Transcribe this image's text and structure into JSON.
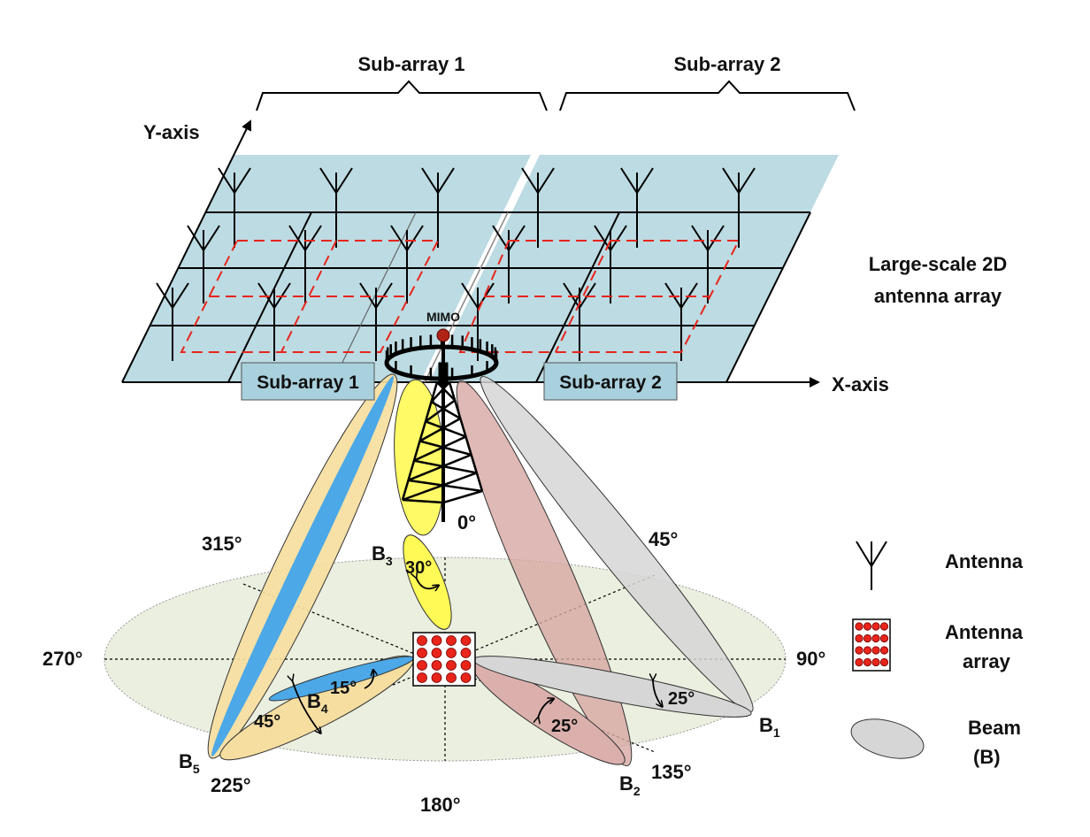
{
  "top_labels": {
    "sub_array_1": "Sub-array 1",
    "sub_array_2": "Sub-array 2"
  },
  "axes": {
    "y_axis": "Y-axis",
    "x_axis": "X-axis"
  },
  "array_title": {
    "line1": "Large-scale 2D",
    "line2": "antenna array"
  },
  "boxes": {
    "sub_array_1": "Sub-array 1",
    "sub_array_2": "Sub-array 2"
  },
  "tower": {
    "label": "MIMO"
  },
  "angles": {
    "a0": "0°",
    "a45": "45°",
    "a90": "90°",
    "a135": "135°",
    "a180": "180°",
    "a225": "225°",
    "a270": "270°",
    "a315": "315°"
  },
  "beam_labels": {
    "b1": {
      "letter": "B",
      "sub": "1"
    },
    "b2": {
      "letter": "B",
      "sub": "2"
    },
    "b3": {
      "letter": "B",
      "sub": "3"
    },
    "b4": {
      "letter": "B",
      "sub": "4"
    },
    "b5": {
      "letter": "B",
      "sub": "5"
    }
  },
  "beam_widths": {
    "b1": "25°",
    "b2": "25°",
    "b3": "30°",
    "b4_inner": "15°",
    "b4_outer": "45°"
  },
  "legend": {
    "antenna": "Antenna",
    "array_line1": "Antenna",
    "array_line2": "array",
    "beam_line1": "Beam",
    "beam_line2": "(B)"
  },
  "colors": {
    "plane": "#bcdbe3",
    "floor": "#eaefdf",
    "yellow": "#fffa66",
    "tan": "#f6dea0",
    "blue": "#4ca8e6",
    "pink": "#dbb0ac",
    "gray": "#d6d6d6",
    "red": "#e8251b"
  }
}
